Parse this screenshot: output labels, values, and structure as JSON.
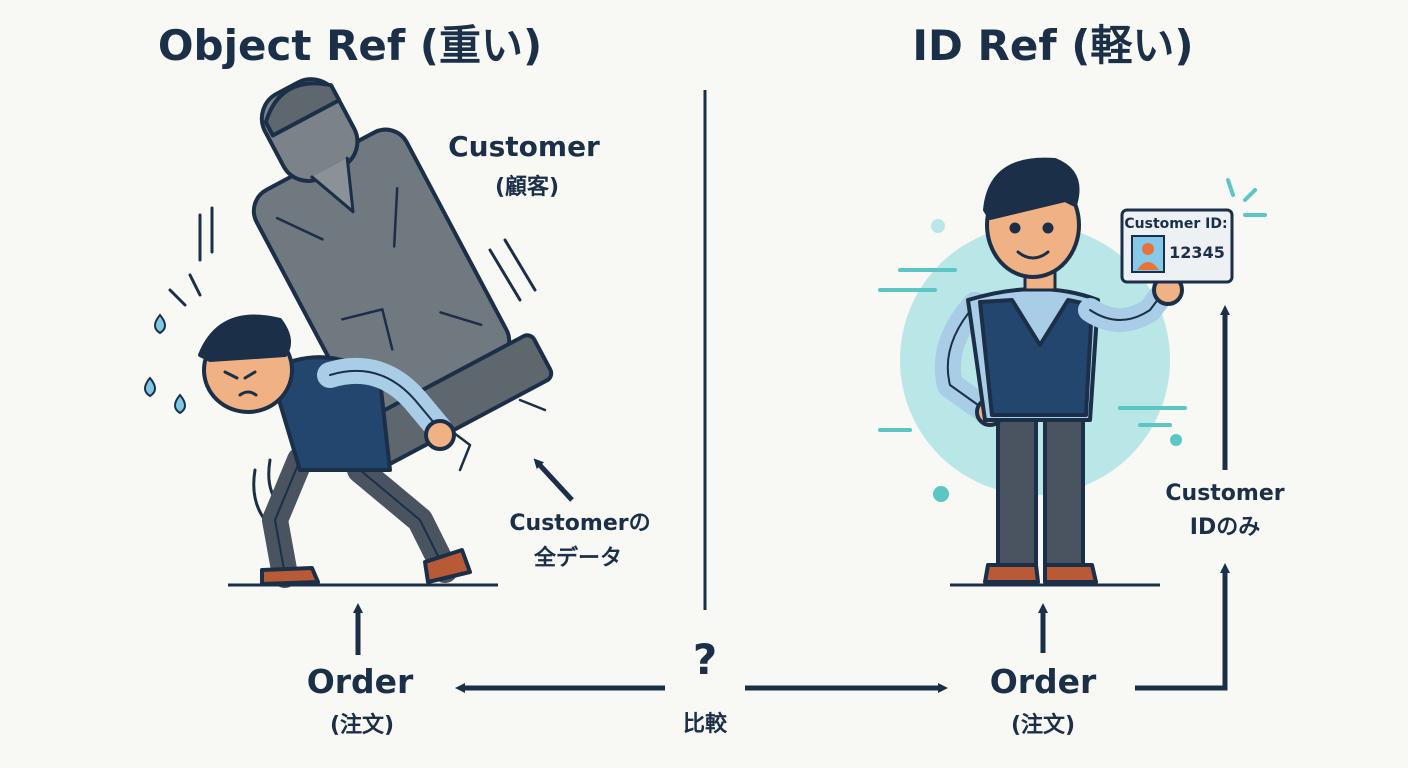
{
  "left": {
    "title": "Object Ref (重い)",
    "customer_label": "Customer",
    "customer_sub": "(顧客)",
    "all_data_line1": "Customerの",
    "all_data_line2": "全データ",
    "order_label": "Order",
    "order_sub": "(注文)"
  },
  "right": {
    "title": "ID Ref (軽い)",
    "card_label": "Customer ID:",
    "card_value": "12345",
    "id_only_line1": "Customer",
    "id_only_line2": "IDのみ",
    "order_label": "Order",
    "order_sub": "(注文)"
  },
  "center": {
    "question": "?",
    "compare": "比較"
  },
  "colors": {
    "ink": "#1b2f48",
    "stone": "#6f767c",
    "vest": "#23466f",
    "shirt": "#a9cde6",
    "skin": "#f0b184",
    "pants": "#4a5360",
    "shoe": "#b85a35",
    "teal": "#5cc6c4"
  }
}
